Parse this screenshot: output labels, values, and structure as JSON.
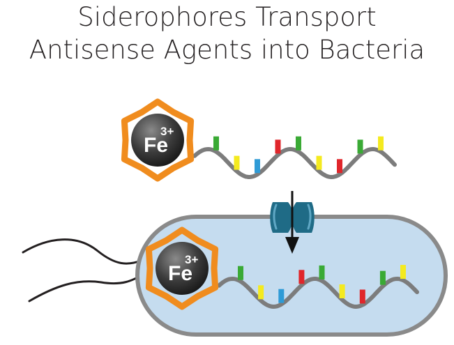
{
  "title": {
    "line1": "Siderophores Transport",
    "line2": "Antisense Agents into Bacteria"
  },
  "labels": {
    "iron_symbol": "Fe",
    "iron_charge": "3+"
  },
  "colors": {
    "siderophore": "#f08c1e",
    "iron_sphere": "#3a3a3a",
    "strand": "#7c7c7c",
    "cell_fill": "#c5dcef",
    "cell_outline": "#8a8a8a",
    "transporter": "#1f6b86",
    "flagella": "#231f20",
    "bases": [
      "#3aaa35",
      "#f4ea1f",
      "#2f9bd6",
      "#e0262b"
    ]
  },
  "icons": [
    "siderophore-hexagon-icon",
    "transporter-channel-icon",
    "down-arrow-icon"
  ]
}
